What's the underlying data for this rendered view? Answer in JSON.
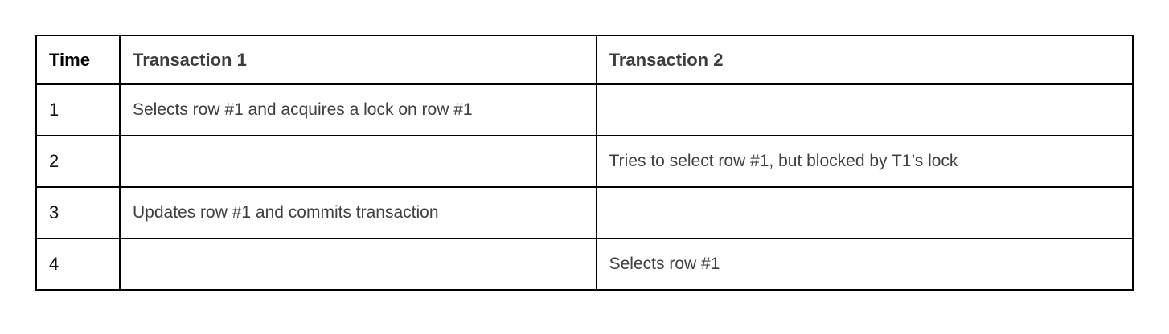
{
  "table": {
    "columns": [
      {
        "label": "Time"
      },
      {
        "label": "Transaction 1"
      },
      {
        "label": "Transaction 2"
      }
    ],
    "rows": [
      {
        "time": "1",
        "transaction1": "Selects row #1 and acquires a lock on row #1",
        "transaction2": ""
      },
      {
        "time": "2",
        "transaction1": "",
        "transaction2": "Tries to select row #1, but blocked by T1’s lock"
      },
      {
        "time": "3",
        "transaction1": "Updates row #1 and commits transaction",
        "transaction2": ""
      },
      {
        "time": "4",
        "transaction1": "",
        "transaction2": "Selects row #1"
      }
    ]
  },
  "colors": {
    "border": "#000000",
    "header_time_text": "#000000",
    "header_tx_text": "#3d3d3d",
    "body_number_text": "#111111",
    "body_text": "#3c4043",
    "background": "#ffffff"
  }
}
